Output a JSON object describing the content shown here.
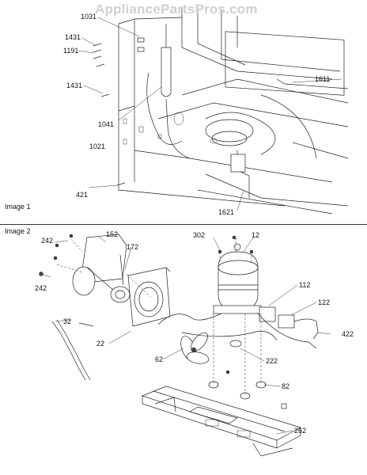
{
  "watermark": "AppliancePartsPros.com",
  "images": [
    {
      "title": "Image 1",
      "callouts": [
        "1031",
        "1431",
        "1191",
        "1431",
        "1041",
        "1021",
        "421",
        "1611",
        "1621"
      ]
    },
    {
      "title": "Image 2",
      "callouts": [
        "242",
        "152",
        "172",
        "242",
        "302",
        "12",
        "112",
        "122",
        "422",
        "32",
        "22",
        "62",
        "222",
        "82",
        "262"
      ]
    }
  ]
}
